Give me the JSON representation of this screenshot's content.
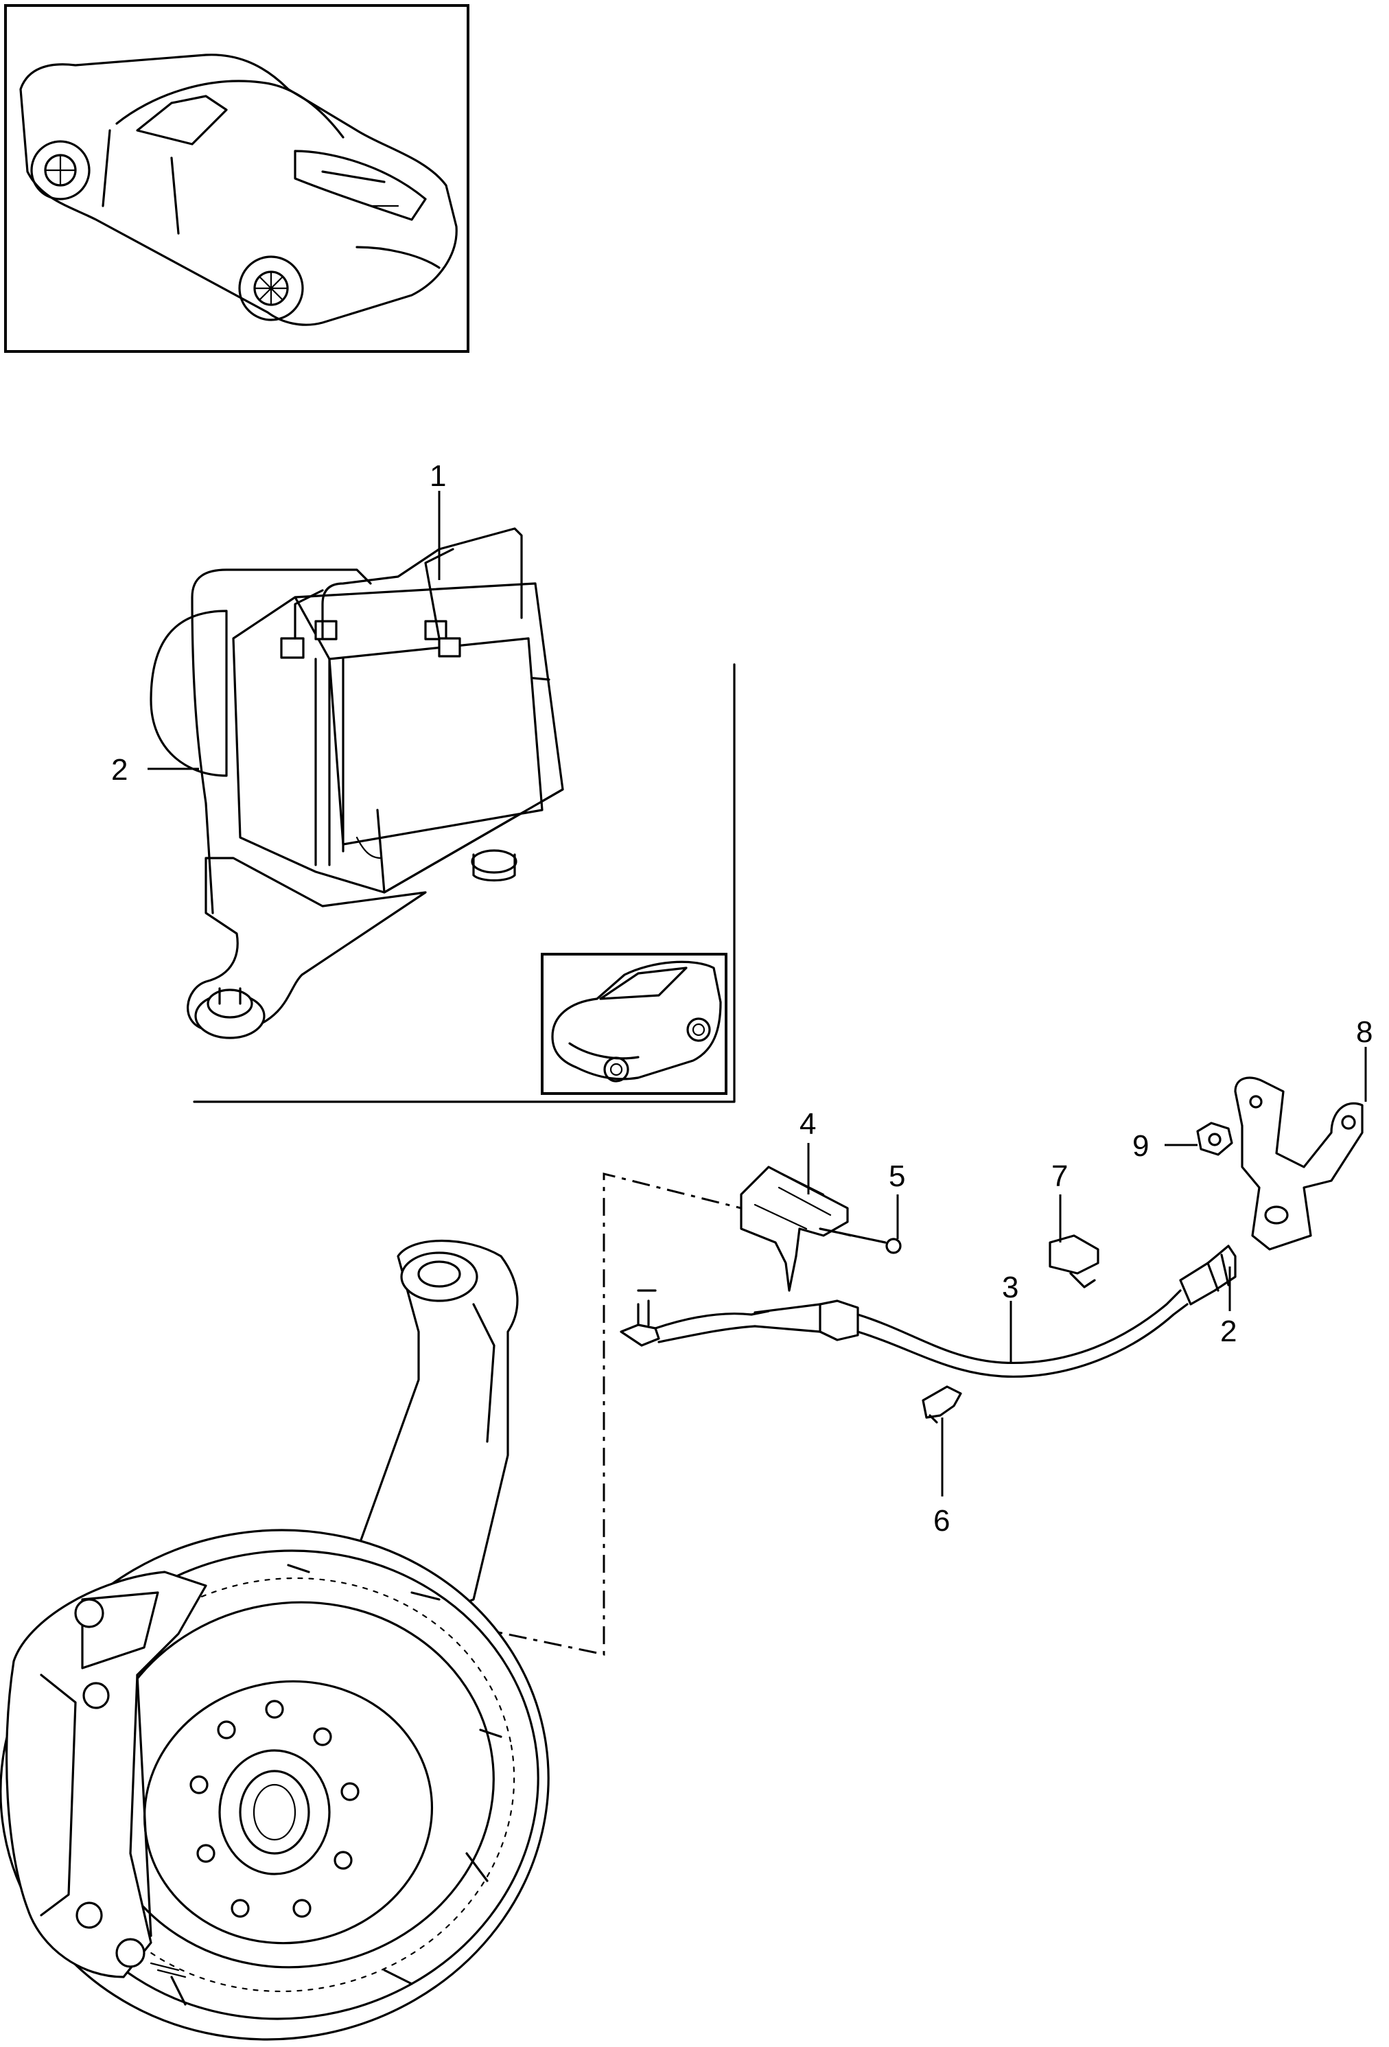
{
  "callouts": {
    "c1": "1",
    "c2a": "2",
    "c2b": "2",
    "c3": "3",
    "c4": "4",
    "c5": "5",
    "c6": "6",
    "c7": "7",
    "c8": "8",
    "c9": "9"
  },
  "icons": {
    "overview_top": "car-rear-view-icon",
    "overview_inset": "car-front-view-icon"
  },
  "colors": {
    "ink": "#000000",
    "paper": "#ffffff"
  }
}
